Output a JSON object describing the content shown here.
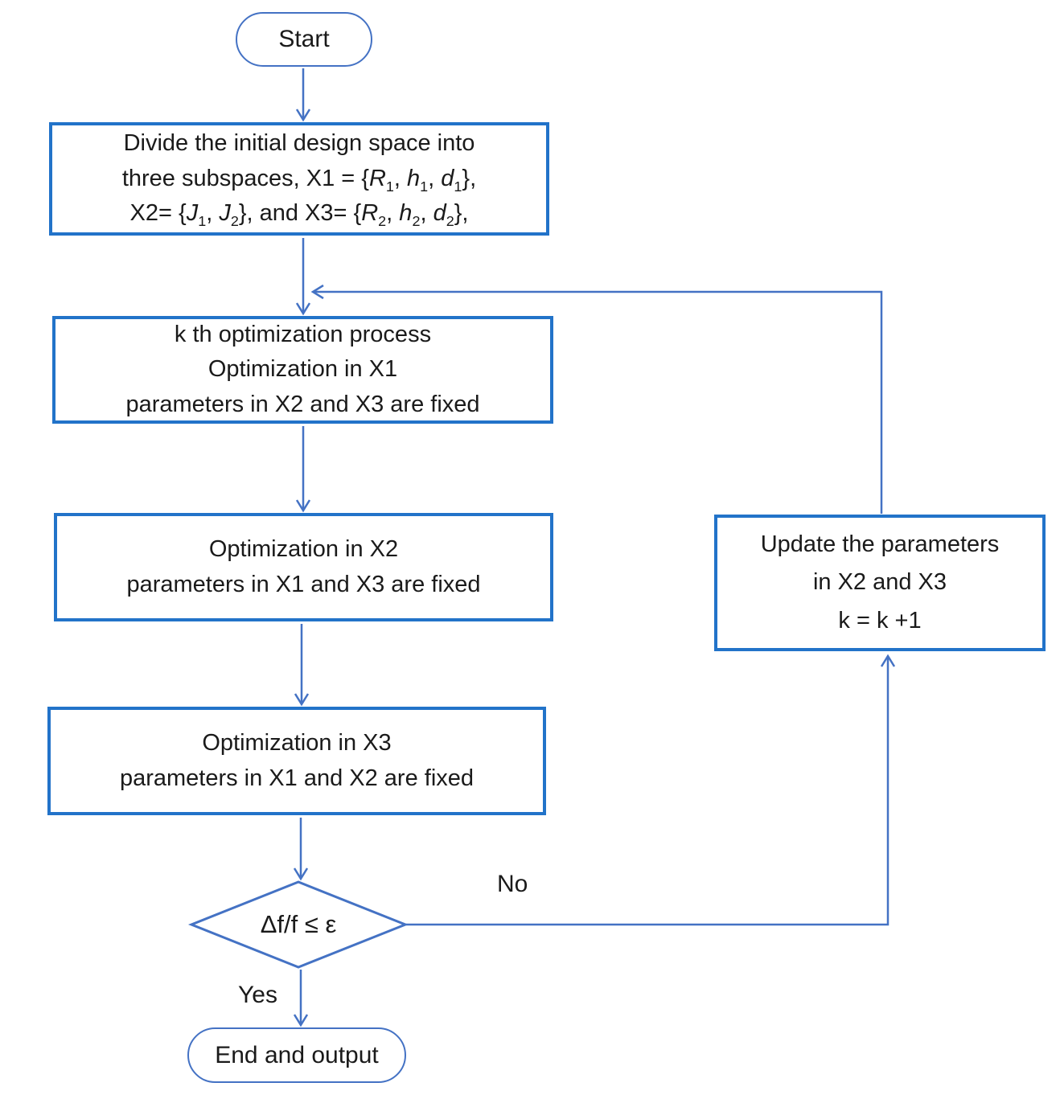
{
  "colors": {
    "process_border": "#2273C9",
    "terminal_border": "#4472C4",
    "connector": "#4472C4",
    "text": "#1a1a1a",
    "background": "#ffffff"
  },
  "nodes": {
    "start": {
      "shape": "terminal",
      "label": "Start"
    },
    "divide": {
      "shape": "process",
      "lines_html": [
        "Divide the initial design space into",
        "three subspaces, X1 = {<i>R</i><sub>1</sub>, <i>h</i><sub>1</sub>, <i>d</i><sub>1</sub>},",
        "X2= {<i>J</i><sub>1</sub>, <i>J</i><sub>2</sub>}, and X3= {<i>R</i><sub>2</sub>, <i>h</i><sub>2</sub>, <i>d</i><sub>2</sub>},"
      ]
    },
    "kth_optimization_x1": {
      "shape": "process",
      "lines": [
        "k th optimization process",
        "Optimization in X1",
        "parameters in X2 and X3 are fixed"
      ]
    },
    "optimization_x2": {
      "shape": "process",
      "lines": [
        "Optimization in X2",
        "parameters in X1 and X3 are fixed"
      ]
    },
    "optimization_x3": {
      "shape": "process",
      "lines": [
        "Optimization in X3",
        "parameters in X1 and X2 are fixed"
      ]
    },
    "update_parameters": {
      "shape": "process",
      "lines": [
        "Update the parameters",
        "in X2 and X3",
        "k = k +1"
      ]
    },
    "decision": {
      "shape": "decision",
      "label": "Δf/f  ≤ ε"
    },
    "end": {
      "shape": "terminal",
      "label": "End and output"
    }
  },
  "edge_labels": {
    "no": "No",
    "yes": "Yes"
  }
}
